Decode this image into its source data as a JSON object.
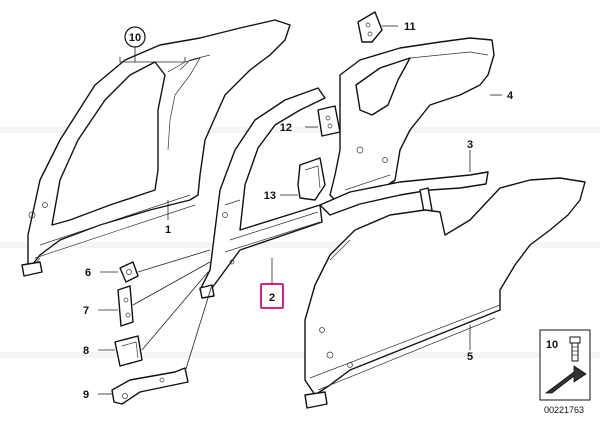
{
  "callouts": {
    "c1": "1",
    "c2": "2",
    "c3": "3",
    "c4": "4",
    "c5": "5",
    "c6": "6",
    "c7": "7",
    "c8": "8",
    "c9": "9",
    "c10": "10",
    "c11": "11",
    "c12": "12",
    "c13": "13"
  },
  "legend": {
    "item_number": "10",
    "diagram_id": "00221763"
  },
  "highlight": {
    "selected_callout": "2",
    "color": "#e0208a"
  },
  "colors": {
    "line": "#111111",
    "background": "#ffffff"
  }
}
